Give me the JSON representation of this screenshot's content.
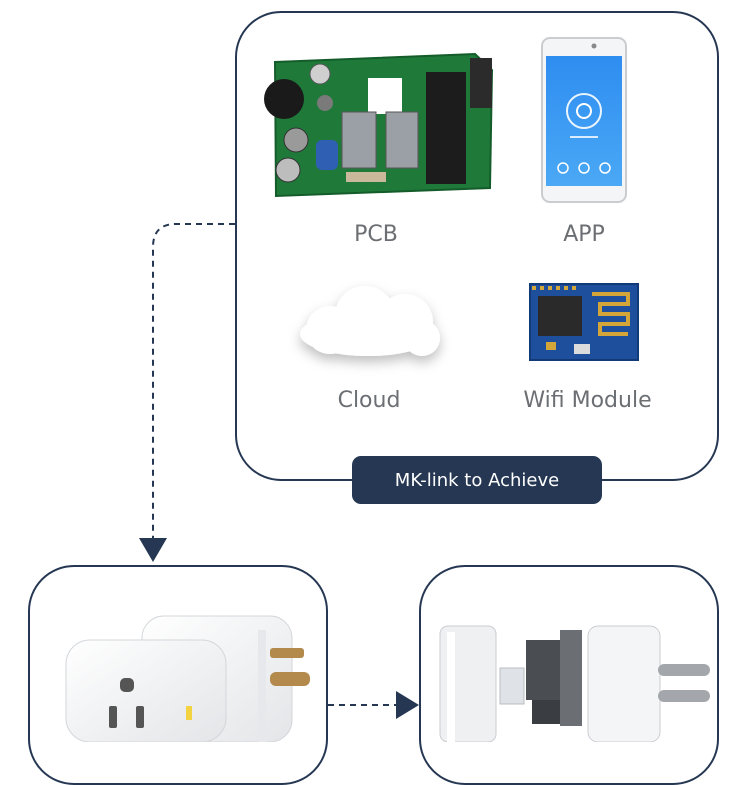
{
  "top_panel": {
    "items": [
      {
        "key": "pcb",
        "label": "PCB"
      },
      {
        "key": "app",
        "label": "APP"
      },
      {
        "key": "cloud",
        "label": "Cloud"
      },
      {
        "key": "wifi",
        "label": "Wifi Module"
      }
    ],
    "button_label": "MK-link to Achieve"
  },
  "colors": {
    "navy": "#253752",
    "caption": "#6b6f73",
    "pcb_green": "#1f7a3a",
    "wifi_blue": "#1e4f9c"
  },
  "icons": [
    "pcb-board-image",
    "smartphone-app-image",
    "cloud-image",
    "wifi-module-image",
    "smart-plug-image",
    "plug-exploded-view-image",
    "arrow-down-icon",
    "arrow-right-icon"
  ]
}
